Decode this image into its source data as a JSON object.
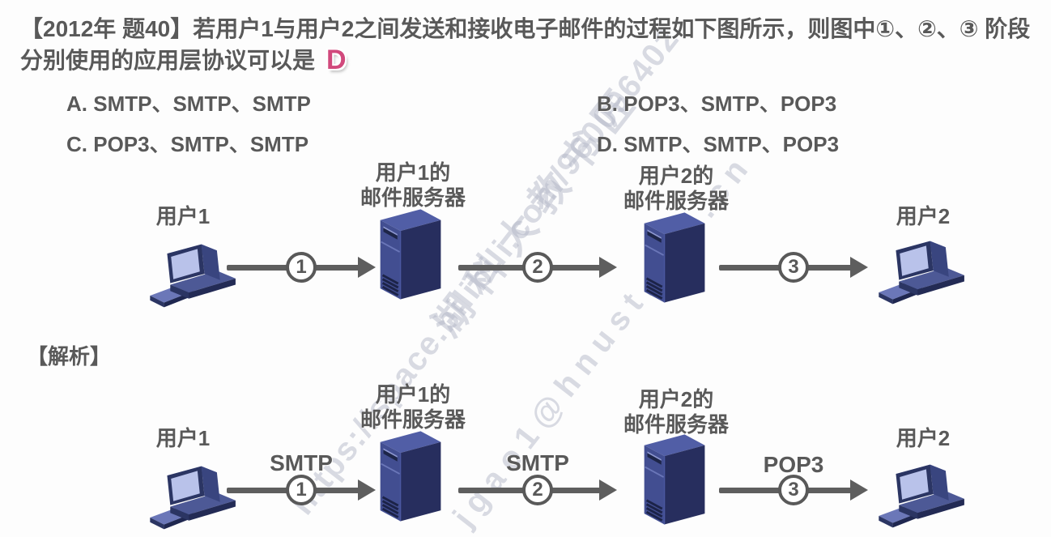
{
  "title": {
    "line1": "【2012年 题40】若用户1与用户2之间发送和接收电子邮件的过程如下图所示，则图中①、②、③ 阶段",
    "line2": "分别使用的应用层协议可以是",
    "answer": "D"
  },
  "options": {
    "a": "A. SMTP、SMTP、SMTP",
    "b": "B. POP3、SMTP、POP3",
    "c": "C. POP3、SMTP、SMTP",
    "d": "D. SMTP、SMTP、POP3"
  },
  "analysis": {
    "heading": "【解析】"
  },
  "question_diagram": {
    "user1": "用户1",
    "server1_line1": "用户1的",
    "server1_line2": "邮件服务器",
    "server2_line1": "用户2的",
    "server2_line2": "邮件服务器",
    "user2": "用户2",
    "step1": "1",
    "step2": "2",
    "step3": "3"
  },
  "answer_diagram": {
    "user1": "用户1",
    "server1_line1": "用户1的",
    "server1_line2": "邮件服务器",
    "server2_line1": "用户2的",
    "server2_line2": "邮件服务器",
    "user2": "用户2",
    "step1": "1",
    "step2": "2",
    "step3": "3",
    "protocol1": "SMTP",
    "protocol2": "SMTP",
    "protocol3": "POP3"
  },
  "watermark": {
    "brand": "湖科大教书匠",
    "url": "https://space.bilibili.com/960096402",
    "email": "jgao1@hnust.edu.cn"
  },
  "colors": {
    "text": "#595959",
    "answer_accent": "#d1497c",
    "arrow": "#5e5e5e",
    "server_dark": "#272e5e",
    "server_mid": "#424e91",
    "server_top": "#515ea6",
    "screen": "#b9c2ea",
    "watermark": "#b0b4c5"
  }
}
